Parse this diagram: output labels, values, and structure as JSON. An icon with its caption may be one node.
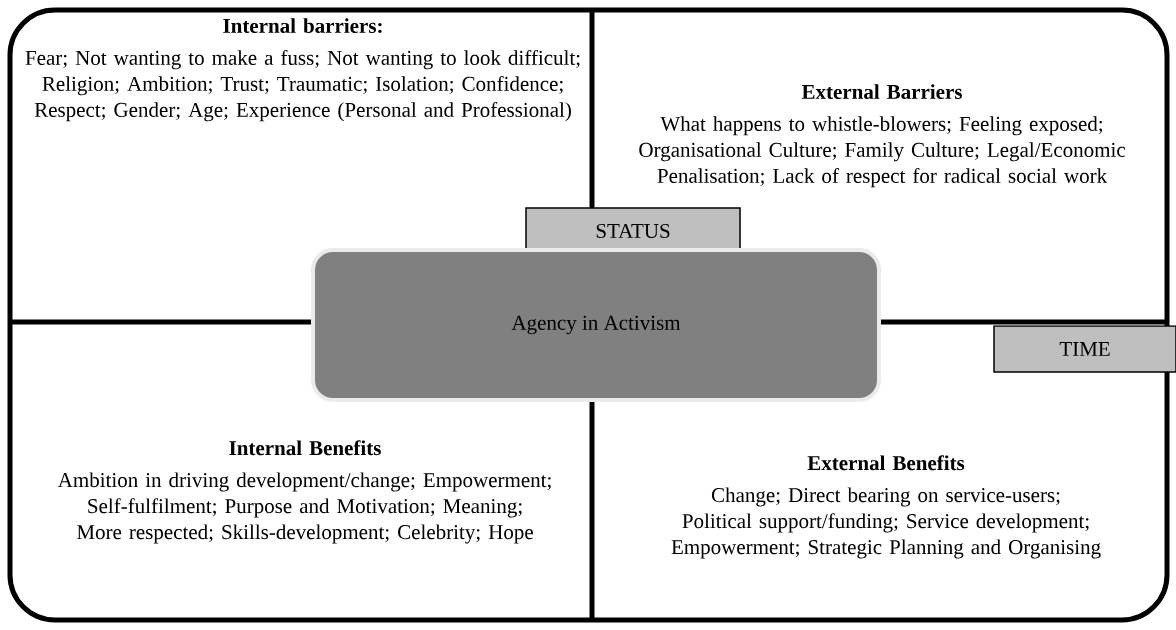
{
  "diagram": {
    "nodes": [
      {
        "text": [
          "Internal barriers:",
          "Fear; Not wanting to make a fuss; Not wanting to look difficult; Religion; Ambition; Trust; Traumatic; Isolation; Confidence; Respect; Gender; Age; Experience (Personal and Professional)"
        ]
      },
      {
        "text": [
          "External Barriers",
          "What happens to whistle-blowers; Feeling exposed; Organisational Culture; Family Culture; Legal/Economic Penalisation; Lack of respect for radical social work"
        ]
      },
      {
        "text": [
          "STATUS"
        ]
      },
      {
        "text": [
          "Agency in Activism"
        ]
      },
      {
        "text": [
          "TIME"
        ]
      },
      {
        "text": [
          "Internal Benefits",
          "Ambition in driving development/change; Empowerment; Self-fulfilment; Purpose and Motivation; Meaning; More respected; Skills-development; Celebrity; Hope"
        ]
      },
      {
        "text": [
          "External Benefits",
          "Change; Direct bearing on service-users; Political support/funding; Service development; Empowerment; Strategic Planning and Organising"
        ]
      }
    ]
  }
}
